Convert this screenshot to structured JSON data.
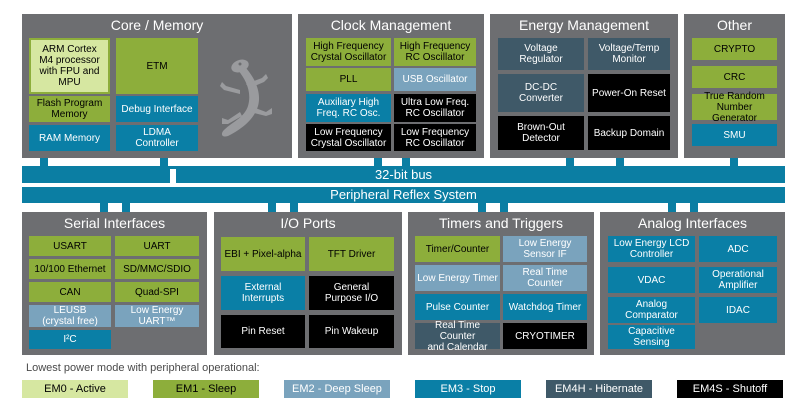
{
  "colors": {
    "panel": "#6d6e71",
    "bus": "#0b7ea3",
    "em0": "#d6e7a1",
    "em1": "#8dae3b",
    "em2": "#7aa3bd",
    "em3": "#0a7fa6",
    "em4h": "#3f5968",
    "em4s": "#000000"
  },
  "panels": {
    "core": "Core / Memory",
    "clock": "Clock Management",
    "energy": "Energy Management",
    "other": "Other",
    "serial": "Serial Interfaces",
    "io": "I/O Ports",
    "timers": "Timers and Triggers",
    "analog": "Analog Interfaces"
  },
  "core": {
    "cpu": "ARM Cortex\nM4 processor\nwith FPU and\nMPU",
    "etm": "ETM",
    "flash": "Flash Program\nMemory",
    "debug": "Debug Interface",
    "ram": "RAM Memory",
    "ldma": "LDMA\nController",
    "logo_icon": "gecko-icon"
  },
  "clock": {
    "hfxo": "High Frequency\nCrystal Oscillator",
    "hfrco": "High Frequency\nRC Oscillator",
    "pll": "PLL",
    "usbosc": "USB Oscillator",
    "auxhfrco": "Auxiliary High\nFreq. RC Osc.",
    "ulfrco": "Ultra Low Freq.\nRC Oscillator",
    "lfxo": "Low Frequency\nCrystal Oscillator",
    "lfrco": "Low Frequency\nRC Oscillator"
  },
  "energy": {
    "vreg": "Voltage\nRegulator",
    "vmon": "Voltage/Temp\nMonitor",
    "dcdc": "DC-DC\nConverter",
    "por": "Power-On Reset",
    "bod": "Brown-Out\nDetector",
    "backup": "Backup Domain"
  },
  "other": {
    "crypto": "CRYPTO",
    "crc": "CRC",
    "trng": "True Random\nNumber Generator",
    "smu": "SMU"
  },
  "bus": {
    "main": "32-bit bus",
    "prs": "Peripheral Reflex System"
  },
  "serial": {
    "usart": "USART",
    "uart": "UART",
    "eth": "10/100 Ethernet",
    "sdio": "SD/MMC/SDIO",
    "can": "CAN",
    "qspi": "Quad-SPI",
    "leusb": "LEUSB\n(crystal free)",
    "leuart": "Low Energy\nUART™",
    "i2c": "I²C"
  },
  "io": {
    "ebi": "EBI + Pixel-alpha",
    "tft": "TFT Driver",
    "extint": "External\nInterrupts",
    "gpio": "General\nPurpose I/O",
    "pinreset": "Pin Reset",
    "pinwakeup": "Pin Wakeup"
  },
  "timers": {
    "timer": "Timer/Counter",
    "lesense": "Low Energy\nSensor IF",
    "letimer": "Low Energy Timer",
    "rtc": "Real Time Counter",
    "pcnt": "Pulse Counter",
    "wdog": "Watchdog Timer",
    "rtcc": "Real Time Counter\nand Calendar",
    "cryotimer": "CRYOTIMER"
  },
  "analog": {
    "lcd": "Low Energy LCD\nController",
    "adc": "ADC",
    "vdac": "VDAC",
    "opamp": "Operational\nAmplifier",
    "acmp": "Analog\nComparator",
    "idac": "IDAC",
    "csen": "Capacitive\nSensing"
  },
  "legend": {
    "heading": "Lowest power mode with peripheral operational:",
    "em0": "EM0 - Active",
    "em1": "EM1 - Sleep",
    "em2": "EM2 - Deep Sleep",
    "em3": "EM3 - Stop",
    "em4h": "EM4H - Hibernate",
    "em4s": "EM4S - Shutoff"
  }
}
